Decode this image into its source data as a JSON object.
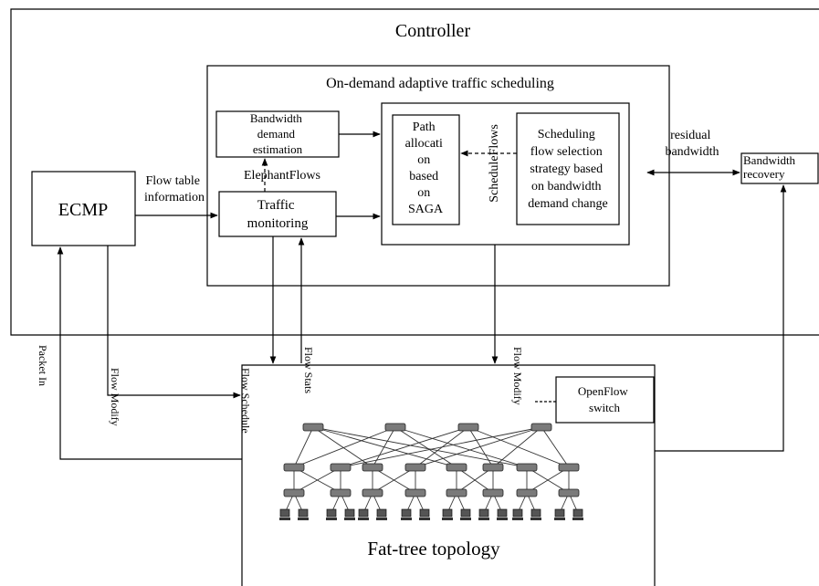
{
  "controller": {
    "title": "Controller"
  },
  "scheduler": {
    "title": "On-demand adaptive traffic scheduling"
  },
  "bandwidth_estimation": {
    "lines": [
      "Bandwidth",
      "demand",
      "estimation"
    ]
  },
  "traffic_monitoring": {
    "lines": [
      "Traffic",
      "monitoring"
    ]
  },
  "path_allocation": {
    "lines": [
      "Path",
      "allocati",
      "on",
      "based",
      "on",
      "SAGA"
    ]
  },
  "scheduling_strategy": {
    "lines": [
      "Scheduling",
      "flow selection",
      "strategy based",
      "on bandwidth",
      "demand change"
    ]
  },
  "ecmp": {
    "label": "ECMP"
  },
  "bandwidth_recovery": {
    "lines": [
      "Bandwidth",
      "recovery"
    ]
  },
  "openflow_switch": {
    "lines": [
      "OpenFlow",
      "switch"
    ]
  },
  "fat_tree": {
    "label": "Fat-tree topology"
  },
  "edge_labels": {
    "flow_table": [
      "Flow table",
      "information"
    ],
    "elephant_flows": "ElephantFlows",
    "schedule_flows": "ScheduleFlows",
    "residual_bandwidth": [
      "residual",
      "bandwidth"
    ],
    "flow_modify_left": "Flow Modify",
    "flow_schedule": "Flow Schedule",
    "flow_stats": "Flow Stats",
    "flow_modify_right": "Flow Modify",
    "packet_in": "Packet In"
  }
}
